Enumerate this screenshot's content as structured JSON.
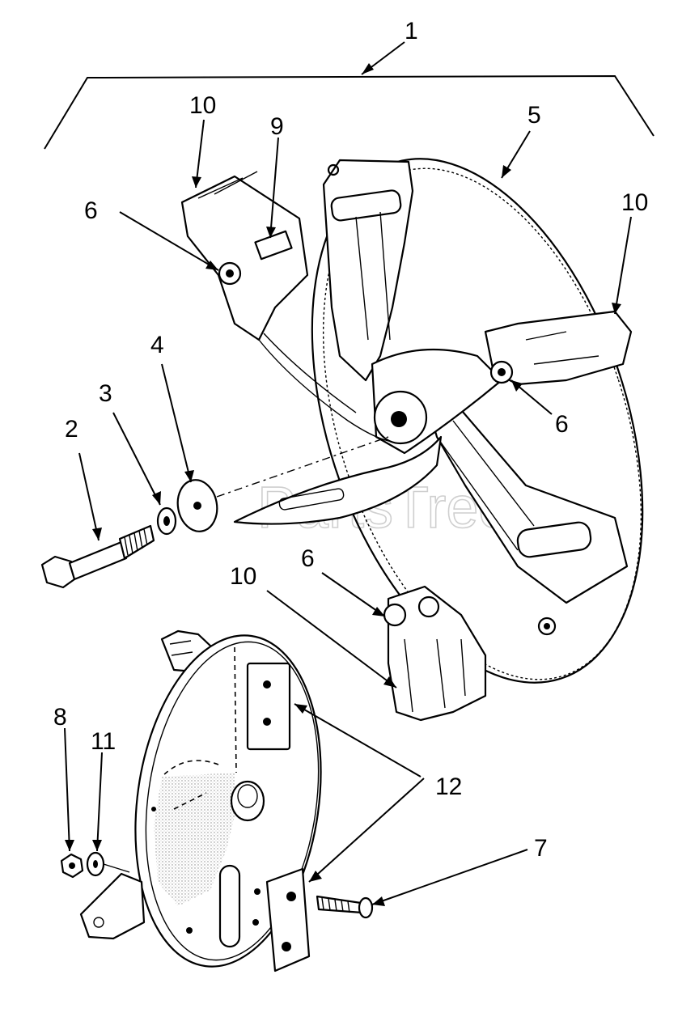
{
  "watermark": {
    "text": "PartsTree",
    "trademark": "TM"
  },
  "callouts": [
    {
      "id": "c1",
      "text": "1"
    },
    {
      "id": "c2",
      "text": "2"
    },
    {
      "id": "c3",
      "text": "3"
    },
    {
      "id": "c4",
      "text": "4"
    },
    {
      "id": "c5",
      "text": "5"
    },
    {
      "id": "c6a",
      "text": "6"
    },
    {
      "id": "c6b",
      "text": "6"
    },
    {
      "id": "c6c",
      "text": "6"
    },
    {
      "id": "c7",
      "text": "7"
    },
    {
      "id": "c8",
      "text": "8"
    },
    {
      "id": "c9",
      "text": "9"
    },
    {
      "id": "c10a",
      "text": "10"
    },
    {
      "id": "c10b",
      "text": "10"
    },
    {
      "id": "c10c",
      "text": "10"
    },
    {
      "id": "c11",
      "text": "11"
    },
    {
      "id": "c12",
      "text": "12"
    }
  ]
}
